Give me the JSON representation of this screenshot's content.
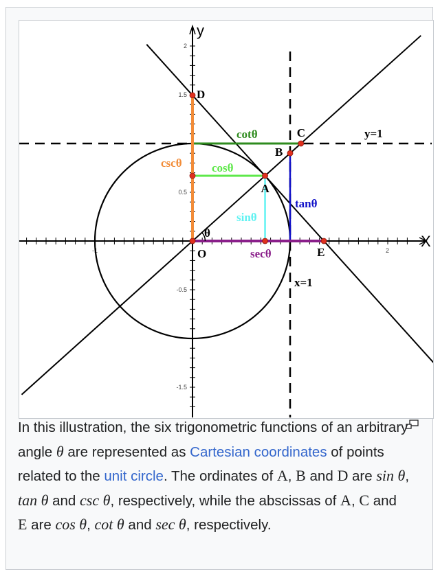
{
  "figure": {
    "angle_theta_deg": 42,
    "axis_labels": {
      "x": "X",
      "y": "y"
    },
    "tick_labels": {
      "x": [
        "-1",
        "2"
      ],
      "y": [
        "2",
        "1.5",
        "0.5",
        "-0.5",
        "-1.5"
      ]
    },
    "point_labels": {
      "O": "O",
      "A": "A",
      "B": "B",
      "C": "C",
      "D": "D",
      "E": "E"
    },
    "line_labels": {
      "y1": "y=1",
      "x1": "x=1",
      "theta": "θ"
    },
    "segment_labels": {
      "cot": "cotθ",
      "cos": "cosθ",
      "csc": "cscθ",
      "sin": "sinθ",
      "tan": "tanθ",
      "sec": "secθ"
    },
    "colors": {
      "cot": "#2e8b1e",
      "cos": "#5ee84a",
      "csc": "#f28c38",
      "sin": "#5ff2f2",
      "tan": "#1010c8",
      "sec": "#8a1f8a",
      "point": "#e0301e"
    }
  },
  "caption": {
    "t1": "In this illustration, the six trigonometric functions of an arbitrary angle ",
    "theta": "θ",
    "t2": " are represented as ",
    "link1": "Cartesian coordinates",
    "t3": " of points related to the ",
    "link2": "unit circle",
    "t4": ". The ordinates of ",
    "A": "A",
    "c1": ", ",
    "B": "B",
    "and1": " and ",
    "D": "D",
    "are1": " are ",
    "sin": "sin θ",
    "c2": ", ",
    "tan": "tan θ",
    "and2": " and ",
    "csc": "csc θ",
    "t5": ", respectively, while the abscissas of ",
    "A2": "A",
    "c3": ", ",
    "C": "C",
    "and3": " and ",
    "E": "E",
    "are2": " are ",
    "cos": "cos θ",
    "c4": ", ",
    "cot": "cot θ",
    "and4": " and ",
    "sec": "sec θ",
    "t6": ", respectively."
  }
}
